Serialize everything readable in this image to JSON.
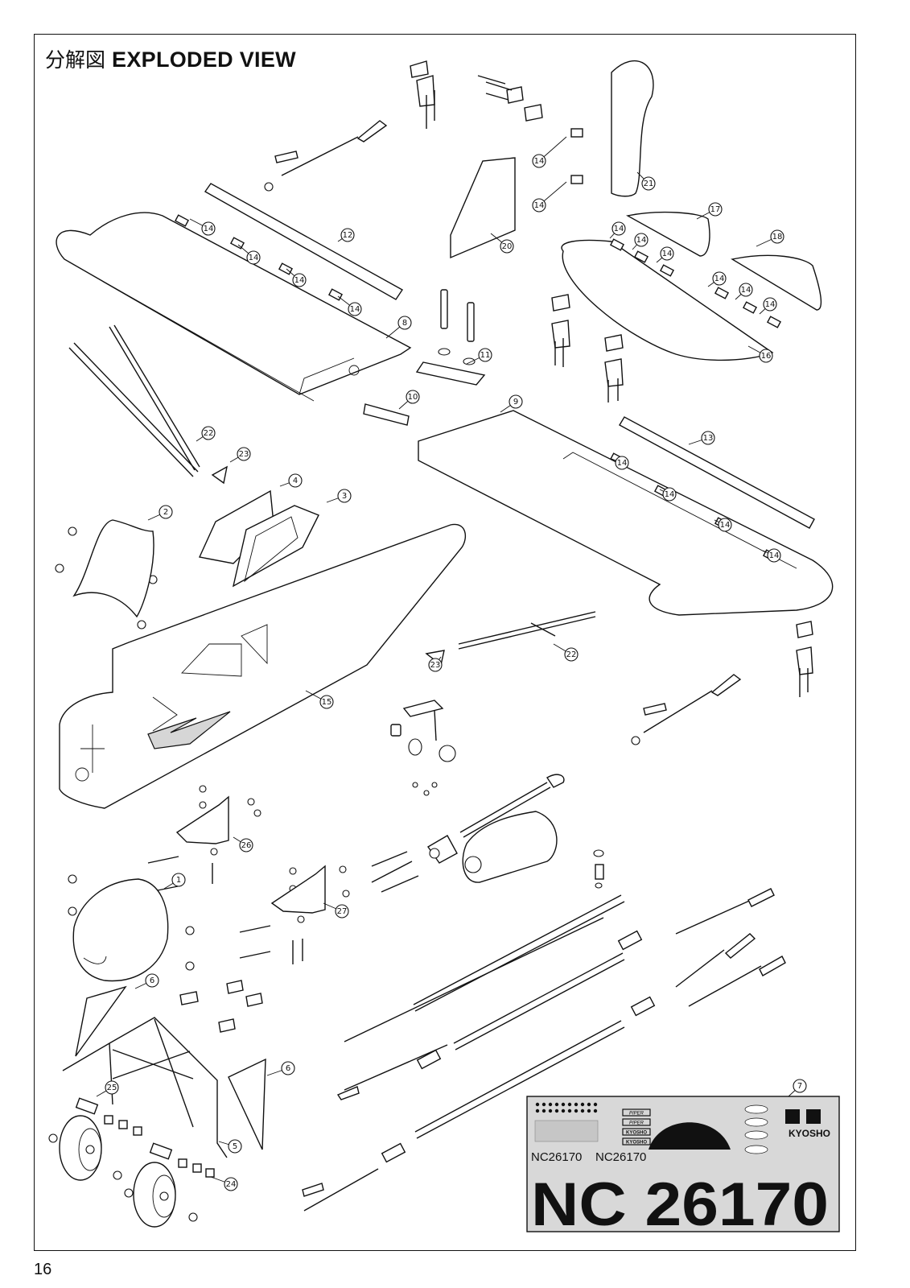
{
  "title": {
    "japanese": "分解図",
    "english": "EXPLODED VIEW"
  },
  "page_number": "16",
  "callouts": [
    "1",
    "2",
    "3",
    "4",
    "5",
    "6",
    "7",
    "8",
    "9",
    "10",
    "11",
    "12",
    "13",
    "14",
    "15",
    "16",
    "17",
    "18",
    "20",
    "21",
    "22",
    "23",
    "24",
    "25",
    "26",
    "27"
  ],
  "decal_sheet": {
    "registration_large": "NC 26170",
    "registration_small_1": "NC26170",
    "registration_small_2": "NC26170",
    "brand_1": "PIPER",
    "brand_2": "KYOSHO"
  }
}
